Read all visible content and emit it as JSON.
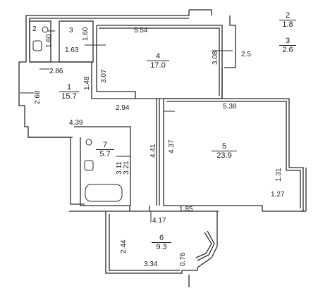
{
  "rooms": [
    {
      "id": "1",
      "area": "15.7"
    },
    {
      "id": "2",
      "area": "1.8"
    },
    {
      "id": "3",
      "area": "2.6"
    },
    {
      "id": "4",
      "area": "17.0"
    },
    {
      "id": "5",
      "area": "23.9"
    },
    {
      "id": "6",
      "area": "9.3"
    },
    {
      "id": "7",
      "area": "5.7"
    }
  ],
  "small_rooms": {
    "r2": "2",
    "r3": "3"
  },
  "dims": {
    "d_554": "5.54",
    "d_160a": "1.60",
    "d_160b": "1.60",
    "d_163": "1.63",
    "d_286": "2.86",
    "d_307": "3.07",
    "d_308": "3.08",
    "d_25": "2.5",
    "d_148": "1.48",
    "d_268": "2.68",
    "d_294": "2.94",
    "d_538": "5.38",
    "d_439": "4.39",
    "d_441": "4.41",
    "d_437": "4.37",
    "d_311": "3.11",
    "d_321": "3.21",
    "d_131": "1.31",
    "d_127": "1.27",
    "d_185": "1.85",
    "d_417": "4.17",
    "d_244": "2.44",
    "d_334": "3.34",
    "d_076": "0.76"
  },
  "colors": {
    "wall": "#2a2a2a",
    "background": "#ffffff"
  }
}
